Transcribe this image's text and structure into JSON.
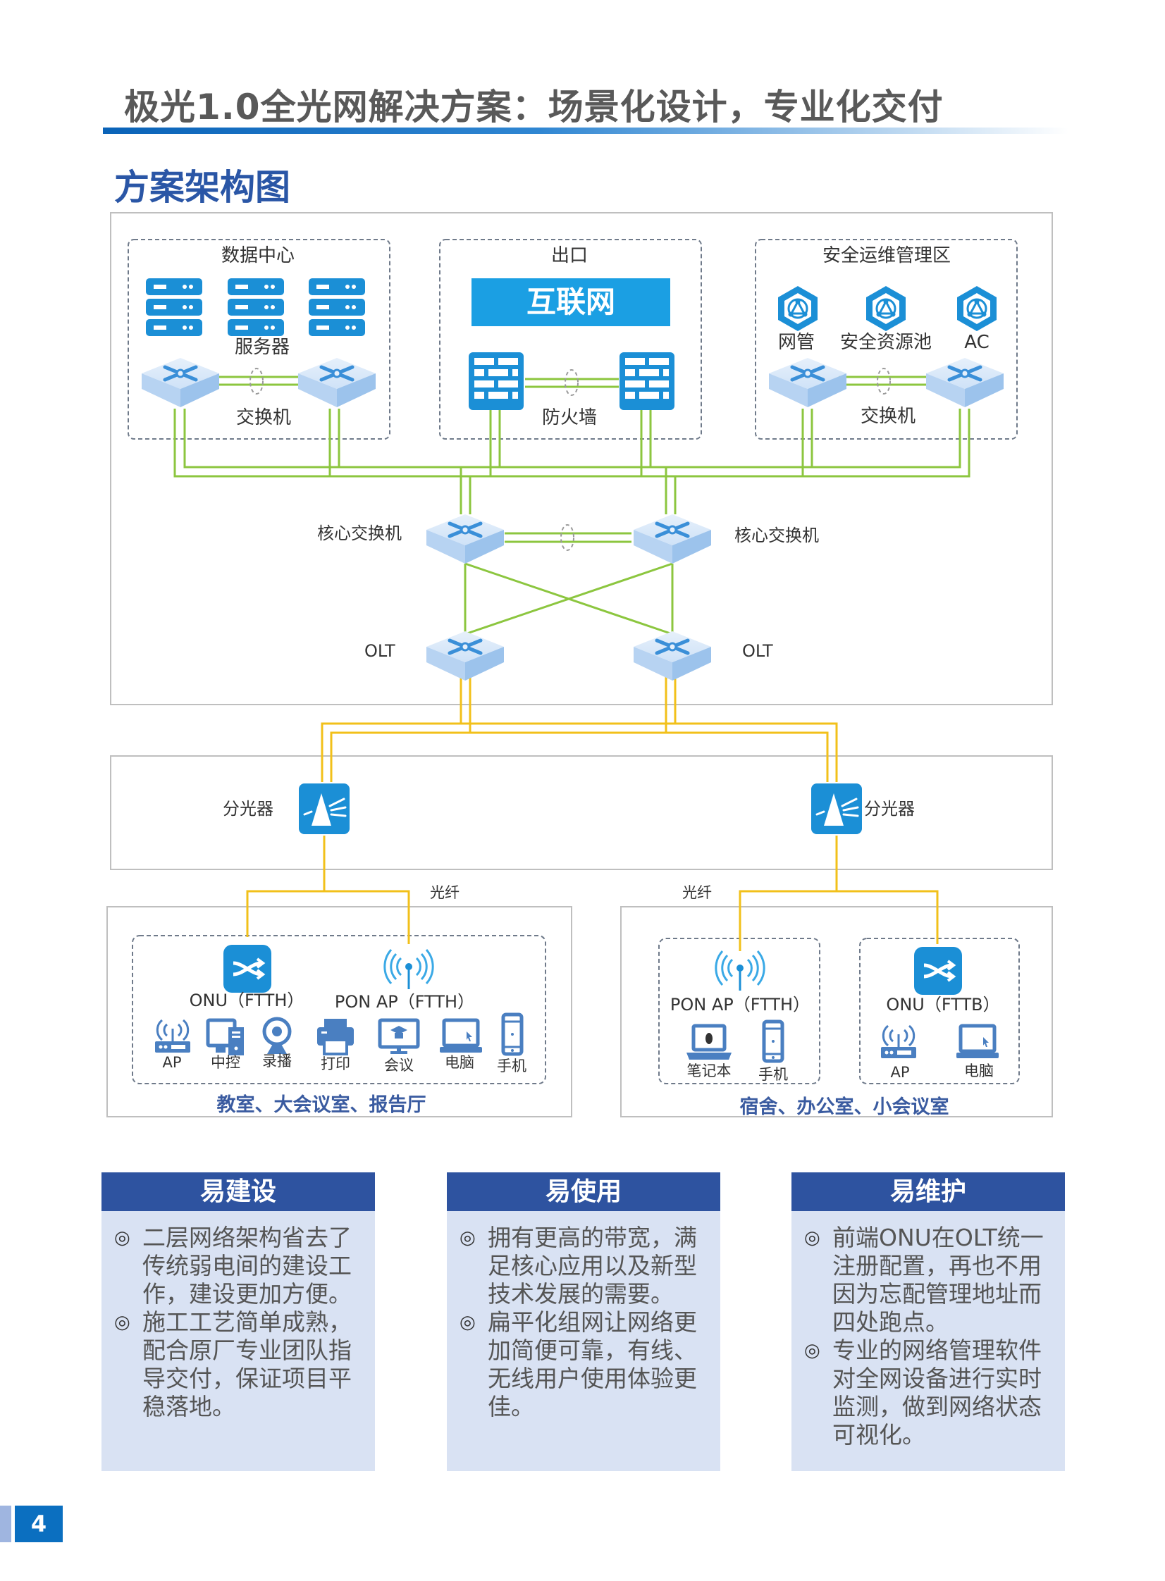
{
  "page": {
    "title": "极光1.0全光网解决方案：场景化设计，专业化交付",
    "subtitle": "方案架构图",
    "page_number": "4"
  },
  "diagram": {
    "zones": {
      "datacenter": {
        "title": "数据中心",
        "servers_label": "服务器",
        "switch_label": "交换机"
      },
      "exit": {
        "title": "出口",
        "internet_label": "互联网",
        "firewall_label": "防火墙"
      },
      "security": {
        "title": "安全运维管理区",
        "items": [
          "网管",
          "安全资源池",
          "AC"
        ],
        "switch_label": "交换机"
      }
    },
    "core": {
      "left_label": "核心交换机",
      "right_label": "核心交换机"
    },
    "olt": {
      "left_label": "OLT",
      "right_label": "OLT"
    },
    "splitter": {
      "left_label": "分光器",
      "right_label": "分光器"
    },
    "fiber_label_left": "光纤",
    "fiber_label_right": "光纤",
    "scene_left": {
      "onu_label": "ONU（FTTH）",
      "ponap_label": "PON AP（FTTH）",
      "devices": [
        "AP",
        "中控",
        "录播",
        "打印",
        "会议",
        "电脑",
        "手机"
      ],
      "caption": "教室、大会议室、报告厅"
    },
    "scene_right": {
      "ponap_label": "PON AP（FTTH）",
      "ponap_devices": [
        "笔记本",
        "手机"
      ],
      "onu_label": "ONU（FTTB）",
      "onu_devices": [
        "AP",
        "电脑"
      ],
      "caption": "宿舍、办公室、小会议室"
    },
    "colors": {
      "uplink_green": "#8cc63f",
      "fiber_yellow": "#f2c01a",
      "icon_blue": "#1b8fd6",
      "header_blue": "#2e53a0"
    }
  },
  "cards": [
    {
      "title": "易建设",
      "bullets": [
        "二层网络架构省去了传统弱电间的建设工作，建设更加方便。",
        "施工工艺简单成熟，配合原厂专业团队指导交付，保证项目平稳落地。"
      ]
    },
    {
      "title": "易使用",
      "bullets": [
        "拥有更高的带宽，满足核心应用以及新型技术发展的需要。",
        "扁平化组网让网络更加简便可靠，有线、无线用户使用体验更佳。"
      ]
    },
    {
      "title": "易维护",
      "bullets": [
        "前端ONU在OLT统一注册配置，再也不用因为忘配管理地址而四处跑点。",
        "专业的网络管理软件对全网设备进行实时监测，做到网络状态可视化。"
      ]
    }
  ],
  "bullet_symbol": "◎"
}
